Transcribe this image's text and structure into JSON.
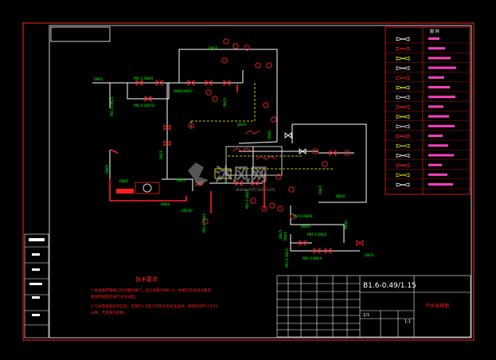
{
  "colors": {
    "background": "#000000",
    "frame": "#ff0000",
    "pipe_white": "#ffffff",
    "pipe_red": "#ff2020",
    "pipe_yellow": "#ffff00",
    "label_green": "#00ff00",
    "text_yellow": "#ffff66",
    "legend_magenta": "#ff3fbf"
  },
  "pipe_labels": [
    {
      "id": "in",
      "text": "DN65"
    },
    {
      "id": "pn1",
      "text": "PN1.6 DN40"
    },
    {
      "id": "pn2",
      "text": "PN1.6 DN150"
    },
    {
      "id": "pn3",
      "text": "PN1.6 DN15"
    },
    {
      "id": "dn40dn50",
      "text": "DN40/DN50"
    },
    {
      "id": "dn50a",
      "text": "DN50"
    },
    {
      "id": "dn15a",
      "text": "DN15"
    },
    {
      "id": "dn15b",
      "text": "DN15"
    },
    {
      "id": "dn25",
      "text": "DN25"
    },
    {
      "id": "dn65v",
      "text": "DN65"
    },
    {
      "id": "dn65b",
      "text": "DN65"
    },
    {
      "id": "dn40a",
      "text": "DN40"
    },
    {
      "id": "dn100",
      "text": "DN100"
    },
    {
      "id": "dn25b",
      "text": "DN25"
    },
    {
      "id": "pn6dn40",
      "text": "PN1.6 DN40"
    },
    {
      "id": "pn6dn25",
      "text": "PN1.6 DN25"
    },
    {
      "id": "dn40b",
      "text": "DN40"
    },
    {
      "id": "dn65c",
      "text": "DN65"
    },
    {
      "id": "dn50b",
      "text": "DN50"
    },
    {
      "id": "pn7",
      "text": "PN1.6 DN40"
    },
    {
      "id": "pn8",
      "text": "PN1.6 DN50"
    },
    {
      "id": "pn9",
      "text": "PN1.6 DN25"
    },
    {
      "id": "pn10",
      "text": "PN1.6 DN50"
    },
    {
      "id": "dn40c",
      "text": "DN40"
    },
    {
      "id": "dn50c",
      "text": "DN50"
    },
    {
      "id": "dn40d",
      "text": "DN40"
    },
    {
      "id": "dn50d",
      "text": "DN50"
    },
    {
      "id": "dn15c",
      "text": "DN15"
    }
  ],
  "tech_notes": {
    "title": "技术要求",
    "line1": "1.本设备所用阀门均为国标阀门，压力等级为PN1.6，材质应符合设计要求。",
    "line2": "管道焊接后应进行水压试验。",
    "line3": "2.汽水管道安装完毕后，应进行1.5倍工作压力的水压试验，保压时间不少于10",
    "line4": "分钟，无渗漏为合格。"
  },
  "legend": {
    "title": "图 例",
    "count": 16
  },
  "title_block": {
    "drawing_title": "B1.6-0.49/1.15",
    "drawing_name": "汽水系统图",
    "scale": "1:1",
    "sheet": "1/1"
  },
  "side_panel": {
    "labels": [
      "",
      "",
      "",
      "",
      "",
      ""
    ]
  },
  "watermark": {
    "brand": "沐风网",
    "url": "www.mfcad.com"
  }
}
